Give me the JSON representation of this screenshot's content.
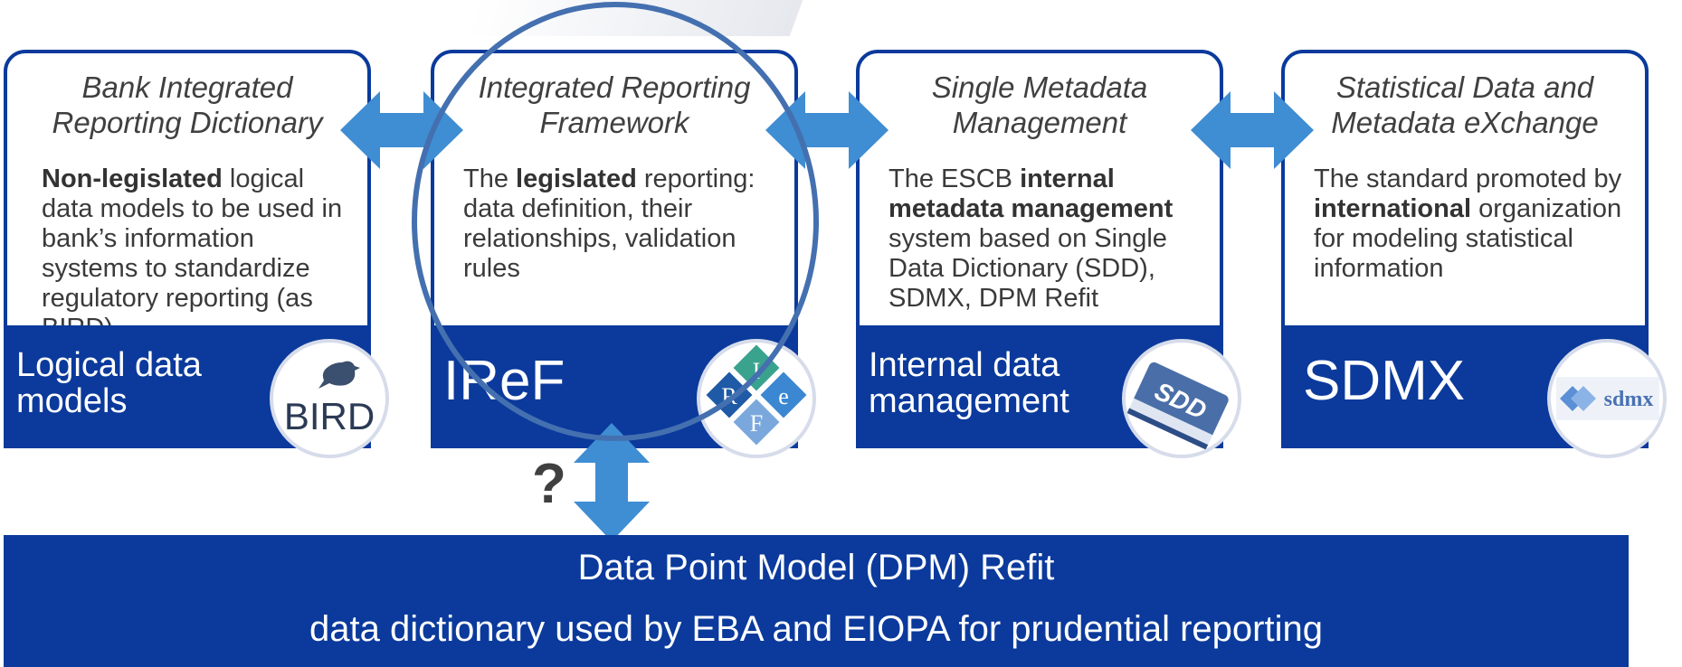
{
  "cards": [
    {
      "title": "Bank Integrated\nReporting Dictionary",
      "desc_bold": "Non-legislated",
      "desc_rest": " logical data models to be used in bank’s information systems to standardize regulatory reporting (as BIRD)",
      "footer": "Logical data\nmodels",
      "badge_text": "BIRD"
    },
    {
      "title": "Integrated Reporting\nFramework",
      "desc_pre": "The ",
      "desc_bold": "legislated",
      "desc_rest": " reporting: data definition, their relationships, validation rules",
      "footer": "IReF",
      "badge_letters": [
        "I",
        "R",
        "e",
        "F"
      ]
    },
    {
      "title": "Single Metadata\nManagement",
      "desc_pre": "The ESCB ",
      "desc_bold": "internal metadata management",
      "desc_rest": " system based on Single Data Dictionary (SDD), SDMX, DPM Refit",
      "footer": "Internal data\nmanagement",
      "badge_text": "SDD"
    },
    {
      "title": "Statistical Data and\nMetadata eXchange",
      "desc_pre": "The standard promoted by ",
      "desc_bold": "international",
      "desc_rest": " organization for modeling statistical information",
      "footer": "SDMX",
      "badge_text": "sdmx"
    }
  ],
  "question_mark": "?",
  "bottom": {
    "line1": "Data Point Model (DPM) Refit",
    "line2": "data dictionary used by EBA and EIOPA for prudential reporting"
  },
  "colors": {
    "dark_blue": "#0b3a9c",
    "arrow_blue": "#3f8dd3",
    "highlight_circle": "#4470b0"
  },
  "icons": [
    "bird-icon",
    "puzzle-icon",
    "book-icon",
    "sdmx-logo-icon",
    "double-arrow-icon"
  ]
}
